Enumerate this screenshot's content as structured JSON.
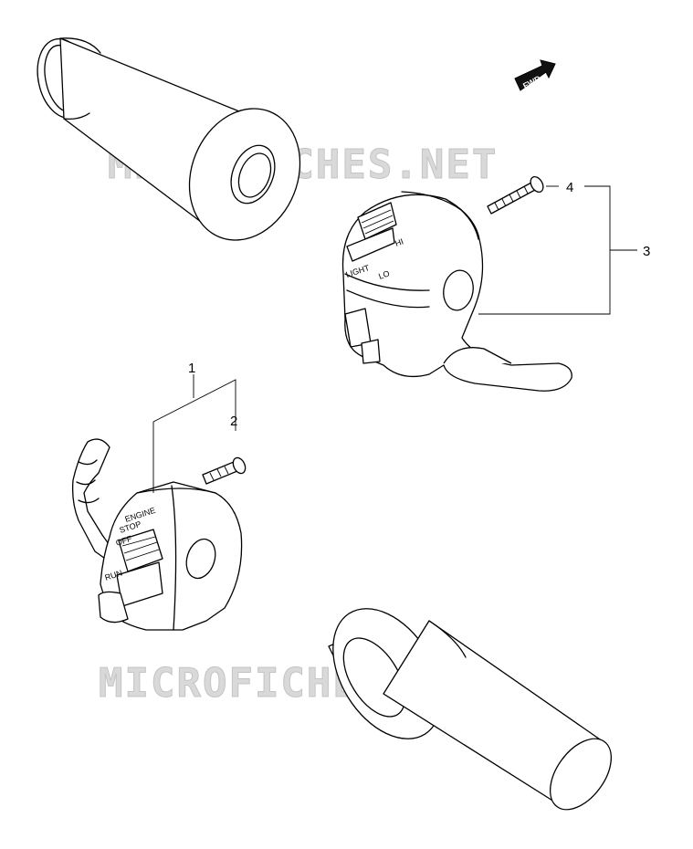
{
  "watermark": {
    "text_top": "MICROFICHES.NET",
    "text_bottom": "MICROFICHES.NET"
  },
  "fwd_arrow": {
    "label": "FWD"
  },
  "callouts": [
    {
      "id": "1",
      "label": "1"
    },
    {
      "id": "2",
      "label": "2"
    },
    {
      "id": "3",
      "label": "3"
    },
    {
      "id": "4",
      "label": "4"
    }
  ],
  "right_switch": {
    "hi": "HI",
    "lo": "LO",
    "light": "LIGHT"
  },
  "left_switch": {
    "engine": "ENGINE",
    "stop": "STOP",
    "off": "OFF",
    "run": "RUN"
  }
}
